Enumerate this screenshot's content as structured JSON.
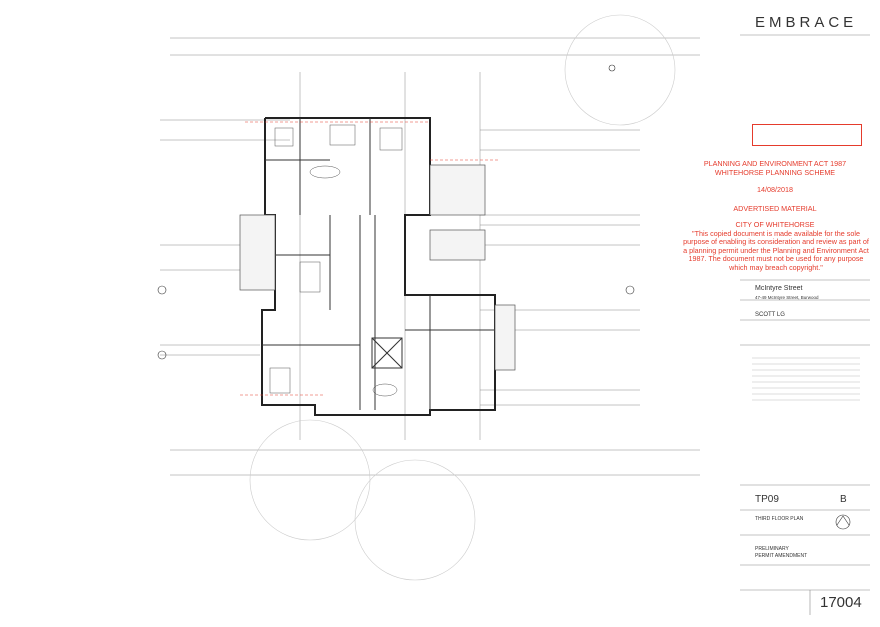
{
  "firm": {
    "logo": "EMBRACE"
  },
  "planning_stamp": {
    "line1": "PLANNING AND ENVIRONMENT ACT 1987",
    "line2": "WHITEHORSE PLANNING SCHEME",
    "date": "14/08/2018",
    "advertised": "ADVERTISED MATERIAL",
    "council": "CITY OF WHITEHORSE",
    "notice": "\"This copied document is made available for the sole purpose of enabling its consideration and review as part of a planning permit under the Planning and Environment Act 1987. The document must not be used for any purpose which may breach copyright.\""
  },
  "project": {
    "name": "McIntyre Street",
    "address": "47-49 McIntyre Street, Burwood",
    "client": "SCOTT LG"
  },
  "drawing": {
    "number": "TP09",
    "revision": "B",
    "title": "THIRD FLOOR PLAN",
    "status_line1": "PRELIMINARY",
    "status_line2": "PERMIT AMENDMENT",
    "job_number": "17004"
  },
  "colors": {
    "stamp_red": "#e53b2c",
    "line": "#444444",
    "wall": "#222222"
  }
}
